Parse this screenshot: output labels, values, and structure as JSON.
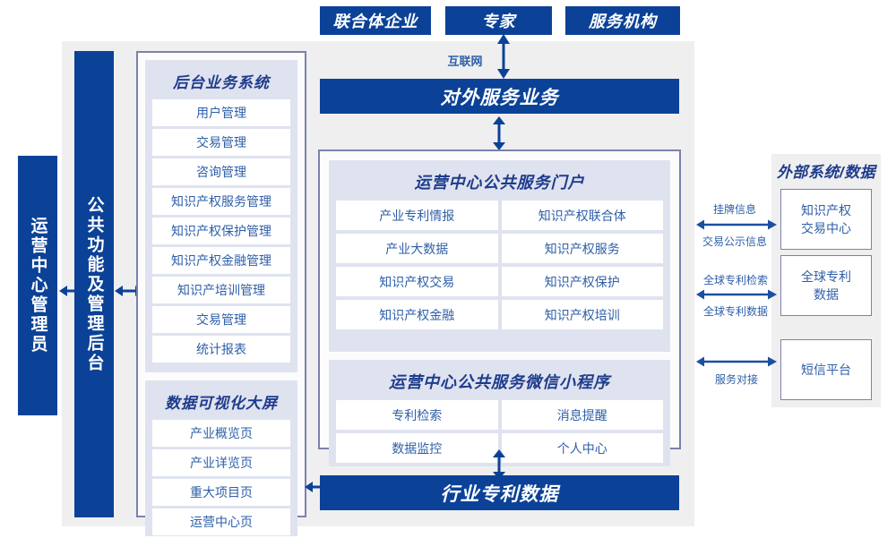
{
  "colors": {
    "brand_blue": "#0b4298",
    "panel_lavender": "#dfe3f0",
    "canvas_gray": "#efefef",
    "border_violet": "#7b81ae",
    "title_blue": "#1f3c8c",
    "text_blue": "#2e5fa8"
  },
  "top_actors": [
    {
      "label": "联合体企业"
    },
    {
      "label": "专家"
    },
    {
      "label": "服务机构"
    }
  ],
  "internet_link": {
    "label": "互联网"
  },
  "external_service_bar": {
    "label": "对外服务业务"
  },
  "bottom_bar": {
    "label": "行业专利数据"
  },
  "left_roles": [
    {
      "name": "operator",
      "label": "运营中心管理员"
    },
    {
      "name": "common-functions",
      "label": "公共功能及管理后台"
    }
  ],
  "backend_system": {
    "title": "后台业务系统",
    "items": [
      {
        "label": "用户管理"
      },
      {
        "label": "交易管理"
      },
      {
        "label": "咨询管理"
      },
      {
        "label": "知识产权服务管理"
      },
      {
        "label": "知识产权保护管理"
      },
      {
        "label": "知识产权金融管理"
      },
      {
        "label": "知识产培训管理"
      },
      {
        "label": "交易管理"
      },
      {
        "label": "统计报表"
      }
    ]
  },
  "visualization_screen": {
    "title": "数据可视化大屏",
    "items": [
      {
        "label": "产业概览页"
      },
      {
        "label": "产业详览页"
      },
      {
        "label": "重大项目页"
      },
      {
        "label": "运营中心页"
      }
    ]
  },
  "public_portal": {
    "title": "运营中心公共服务门户",
    "items": [
      {
        "label": "产业专利情报"
      },
      {
        "label": "知识产权联合体"
      },
      {
        "label": "产业大数据"
      },
      {
        "label": "知识产权服务"
      },
      {
        "label": "知识产权交易"
      },
      {
        "label": "知识产权保护"
      },
      {
        "label": "知识产权金融"
      },
      {
        "label": "知识产权培训"
      }
    ]
  },
  "wechat_miniprogram": {
    "title": "运营中心公共服务微信小程序",
    "items": [
      {
        "label": "专利检索"
      },
      {
        "label": "消息提醒"
      },
      {
        "label": "数据监控"
      },
      {
        "label": "个人中心"
      }
    ]
  },
  "external_systems": {
    "title": "外部系统/数据",
    "items": [
      {
        "label": "知识产权\n交易中心",
        "line1": "知识产权",
        "line2": "交易中心"
      },
      {
        "label": "全球专利\n数据",
        "line1": "全球专利",
        "line2": "数据"
      },
      {
        "label": "短信平台",
        "line1": "短信平台",
        "line2": ""
      }
    ],
    "links": [
      {
        "above": "挂牌信息",
        "below": "交易公示信息"
      },
      {
        "above": "全球专利检索",
        "below": "全球专利数据"
      },
      {
        "above": "",
        "below": "服务对接"
      }
    ]
  }
}
